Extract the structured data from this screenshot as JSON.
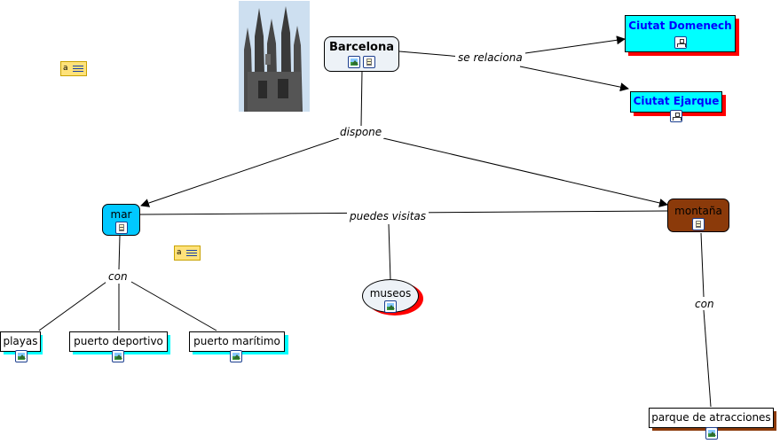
{
  "colors": {
    "cyan": "#00ffff",
    "shadow_red": "#ff0000",
    "shadow_cyan": "#00ffff",
    "brown": "#8b3a0a",
    "sea_blue": "#00c8ff",
    "pale": "#edf2f7",
    "link_text_blue": "#0000ff"
  },
  "picture": {
    "name": "church-towers-photo"
  },
  "nodes": {
    "barcelona": {
      "label": "Barcelona",
      "icons": [
        "image",
        "document"
      ]
    },
    "domenech": {
      "label": "Ciutat Domenech",
      "icons": [
        "concept-map"
      ]
    },
    "ejarque": {
      "label": "Ciutat Ejarque",
      "icons": [
        "concept-map"
      ]
    },
    "mar": {
      "label": "mar",
      "icons": [
        "document"
      ]
    },
    "montana": {
      "label": "montaña",
      "icons": [
        "document"
      ]
    },
    "museos": {
      "label": "museos",
      "icons": [
        "image"
      ]
    },
    "playas": {
      "label": "playas",
      "icons": [
        "image"
      ]
    },
    "puerto_deportivo": {
      "label": "puerto deportivo",
      "icons": [
        "image"
      ]
    },
    "puerto_maritimo": {
      "label": "puerto marítimo",
      "icons": [
        "image"
      ]
    },
    "parque": {
      "label": "parque de atracciones",
      "icons": [
        "image"
      ]
    }
  },
  "links": {
    "se_relaciona": "se relaciona",
    "dispone": "dispone",
    "puedes_visitas": "puedes visitas",
    "con_mar": "con",
    "con_montana": "con"
  },
  "notes": [
    {
      "glyph": "a"
    },
    {
      "glyph": "a"
    }
  ]
}
